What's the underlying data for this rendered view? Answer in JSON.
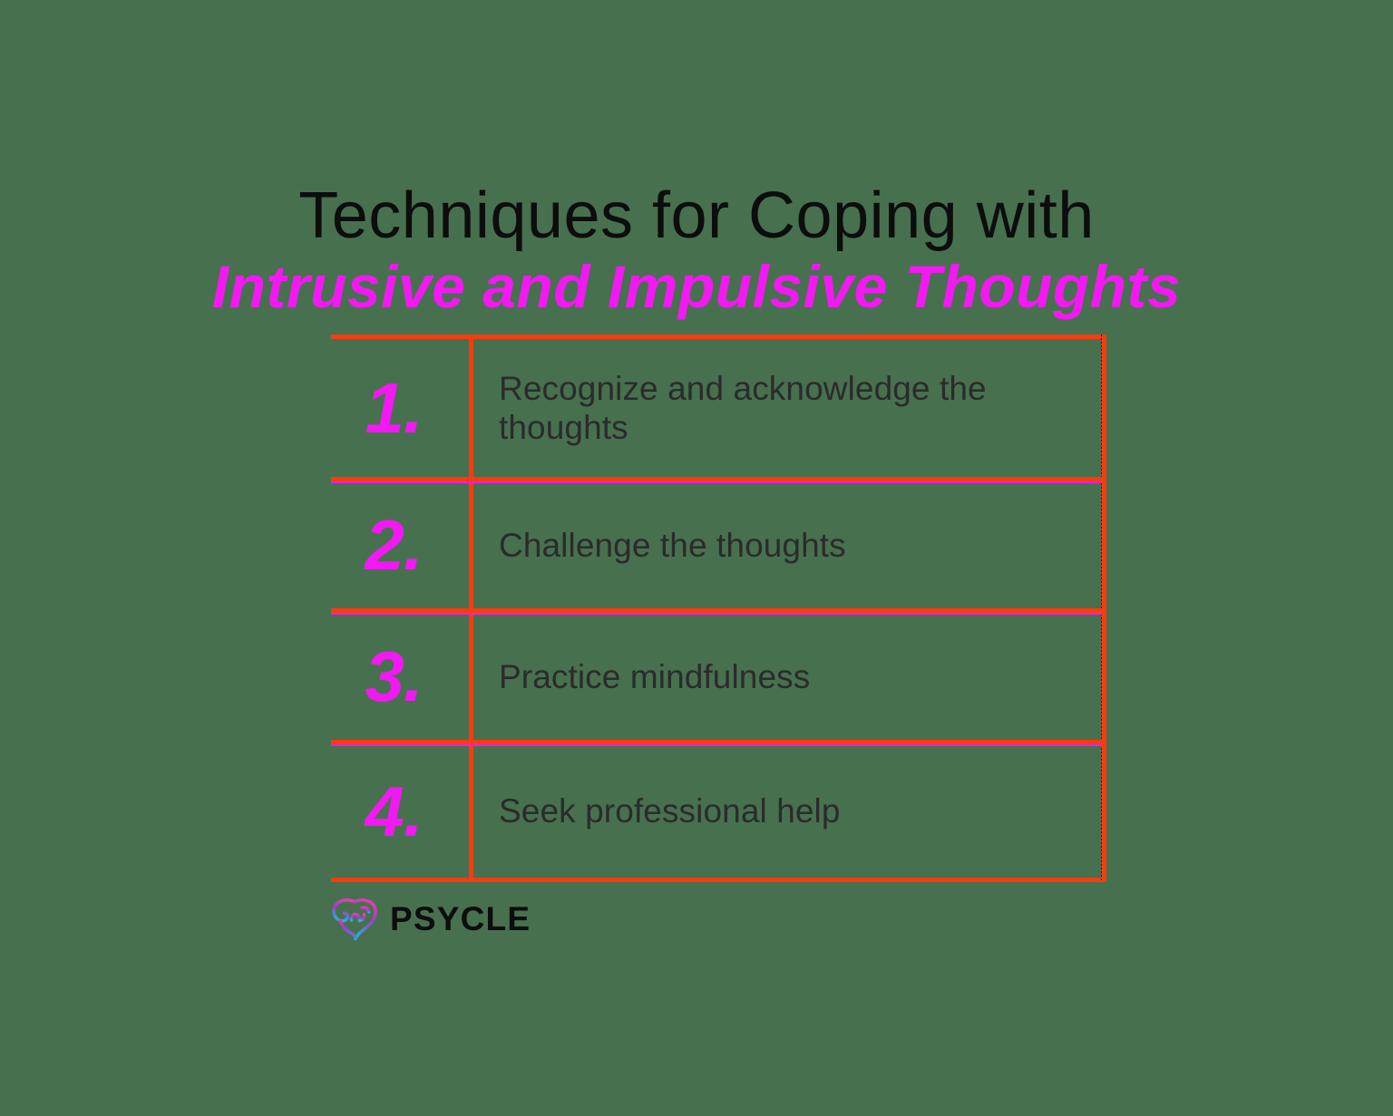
{
  "background_color": "#47704f",
  "heading": {
    "line1": "Techniques for Coping with",
    "line2": "Intrusive and Impulsive Thoughts",
    "line1_color": "#0d0d0d",
    "line2_color": "#f219f2"
  },
  "table": {
    "border_color": "#fa3c0c",
    "accent_line_color": "#f219f2",
    "number_color": "#f219f2",
    "text_color": "#2b2b2b",
    "rows": [
      {
        "number": "1.",
        "text": "Recognize and acknowledge the thoughts"
      },
      {
        "number": "2.",
        "text": "Challenge the thoughts"
      },
      {
        "number": "3.",
        "text": "Practice mindfulness"
      },
      {
        "number": "4.",
        "text": "Seek professional help"
      }
    ]
  },
  "logo": {
    "icon": "brain-icon",
    "wordmark": "PSYCLE",
    "wordmark_color": "#0d0d0d",
    "gradient_start": "#e040b0",
    "gradient_mid": "#a03cc8",
    "gradient_end": "#1fb6d4"
  }
}
